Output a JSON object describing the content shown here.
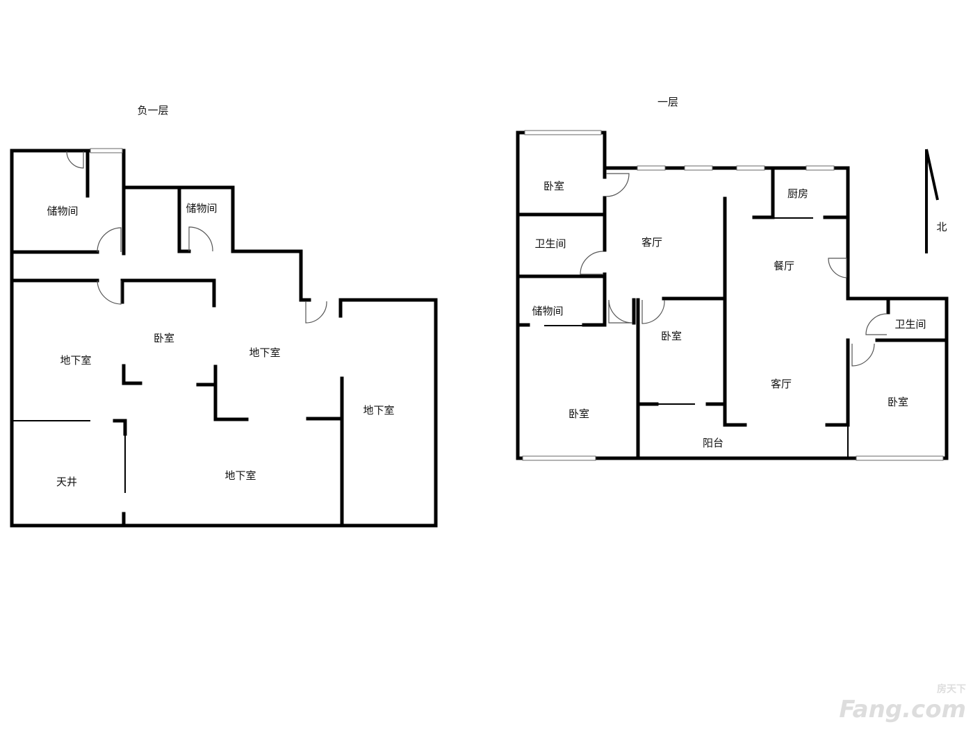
{
  "floors": [
    {
      "title": "负一层",
      "rooms": [
        "储物间",
        "储物间",
        "卧室",
        "地下室",
        "地下室",
        "地下室",
        "天井",
        "地下室"
      ]
    },
    {
      "title": "一层",
      "rooms": [
        "卧室",
        "卫生间",
        "客厅",
        "厨房",
        "餐厅",
        "储物间",
        "卧室",
        "卫生间",
        "客厅",
        "卧室",
        "卧室",
        "阳台"
      ]
    }
  ],
  "compass": {
    "label": "北"
  },
  "watermark": {
    "cn": "房天下",
    "en": "Fang.com"
  },
  "colors": {
    "wall": "#000000",
    "background": "#ffffff"
  }
}
